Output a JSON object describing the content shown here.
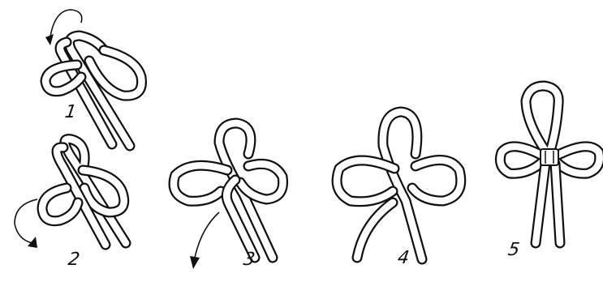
{
  "diagram": {
    "steps": [
      {
        "label": "1"
      },
      {
        "label": "2"
      },
      {
        "label": "3"
      },
      {
        "label": "4"
      },
      {
        "label": "5"
      }
    ],
    "colors": {
      "ink": "#111111",
      "cord": "#ffffff",
      "background": "#ffffff"
    }
  }
}
